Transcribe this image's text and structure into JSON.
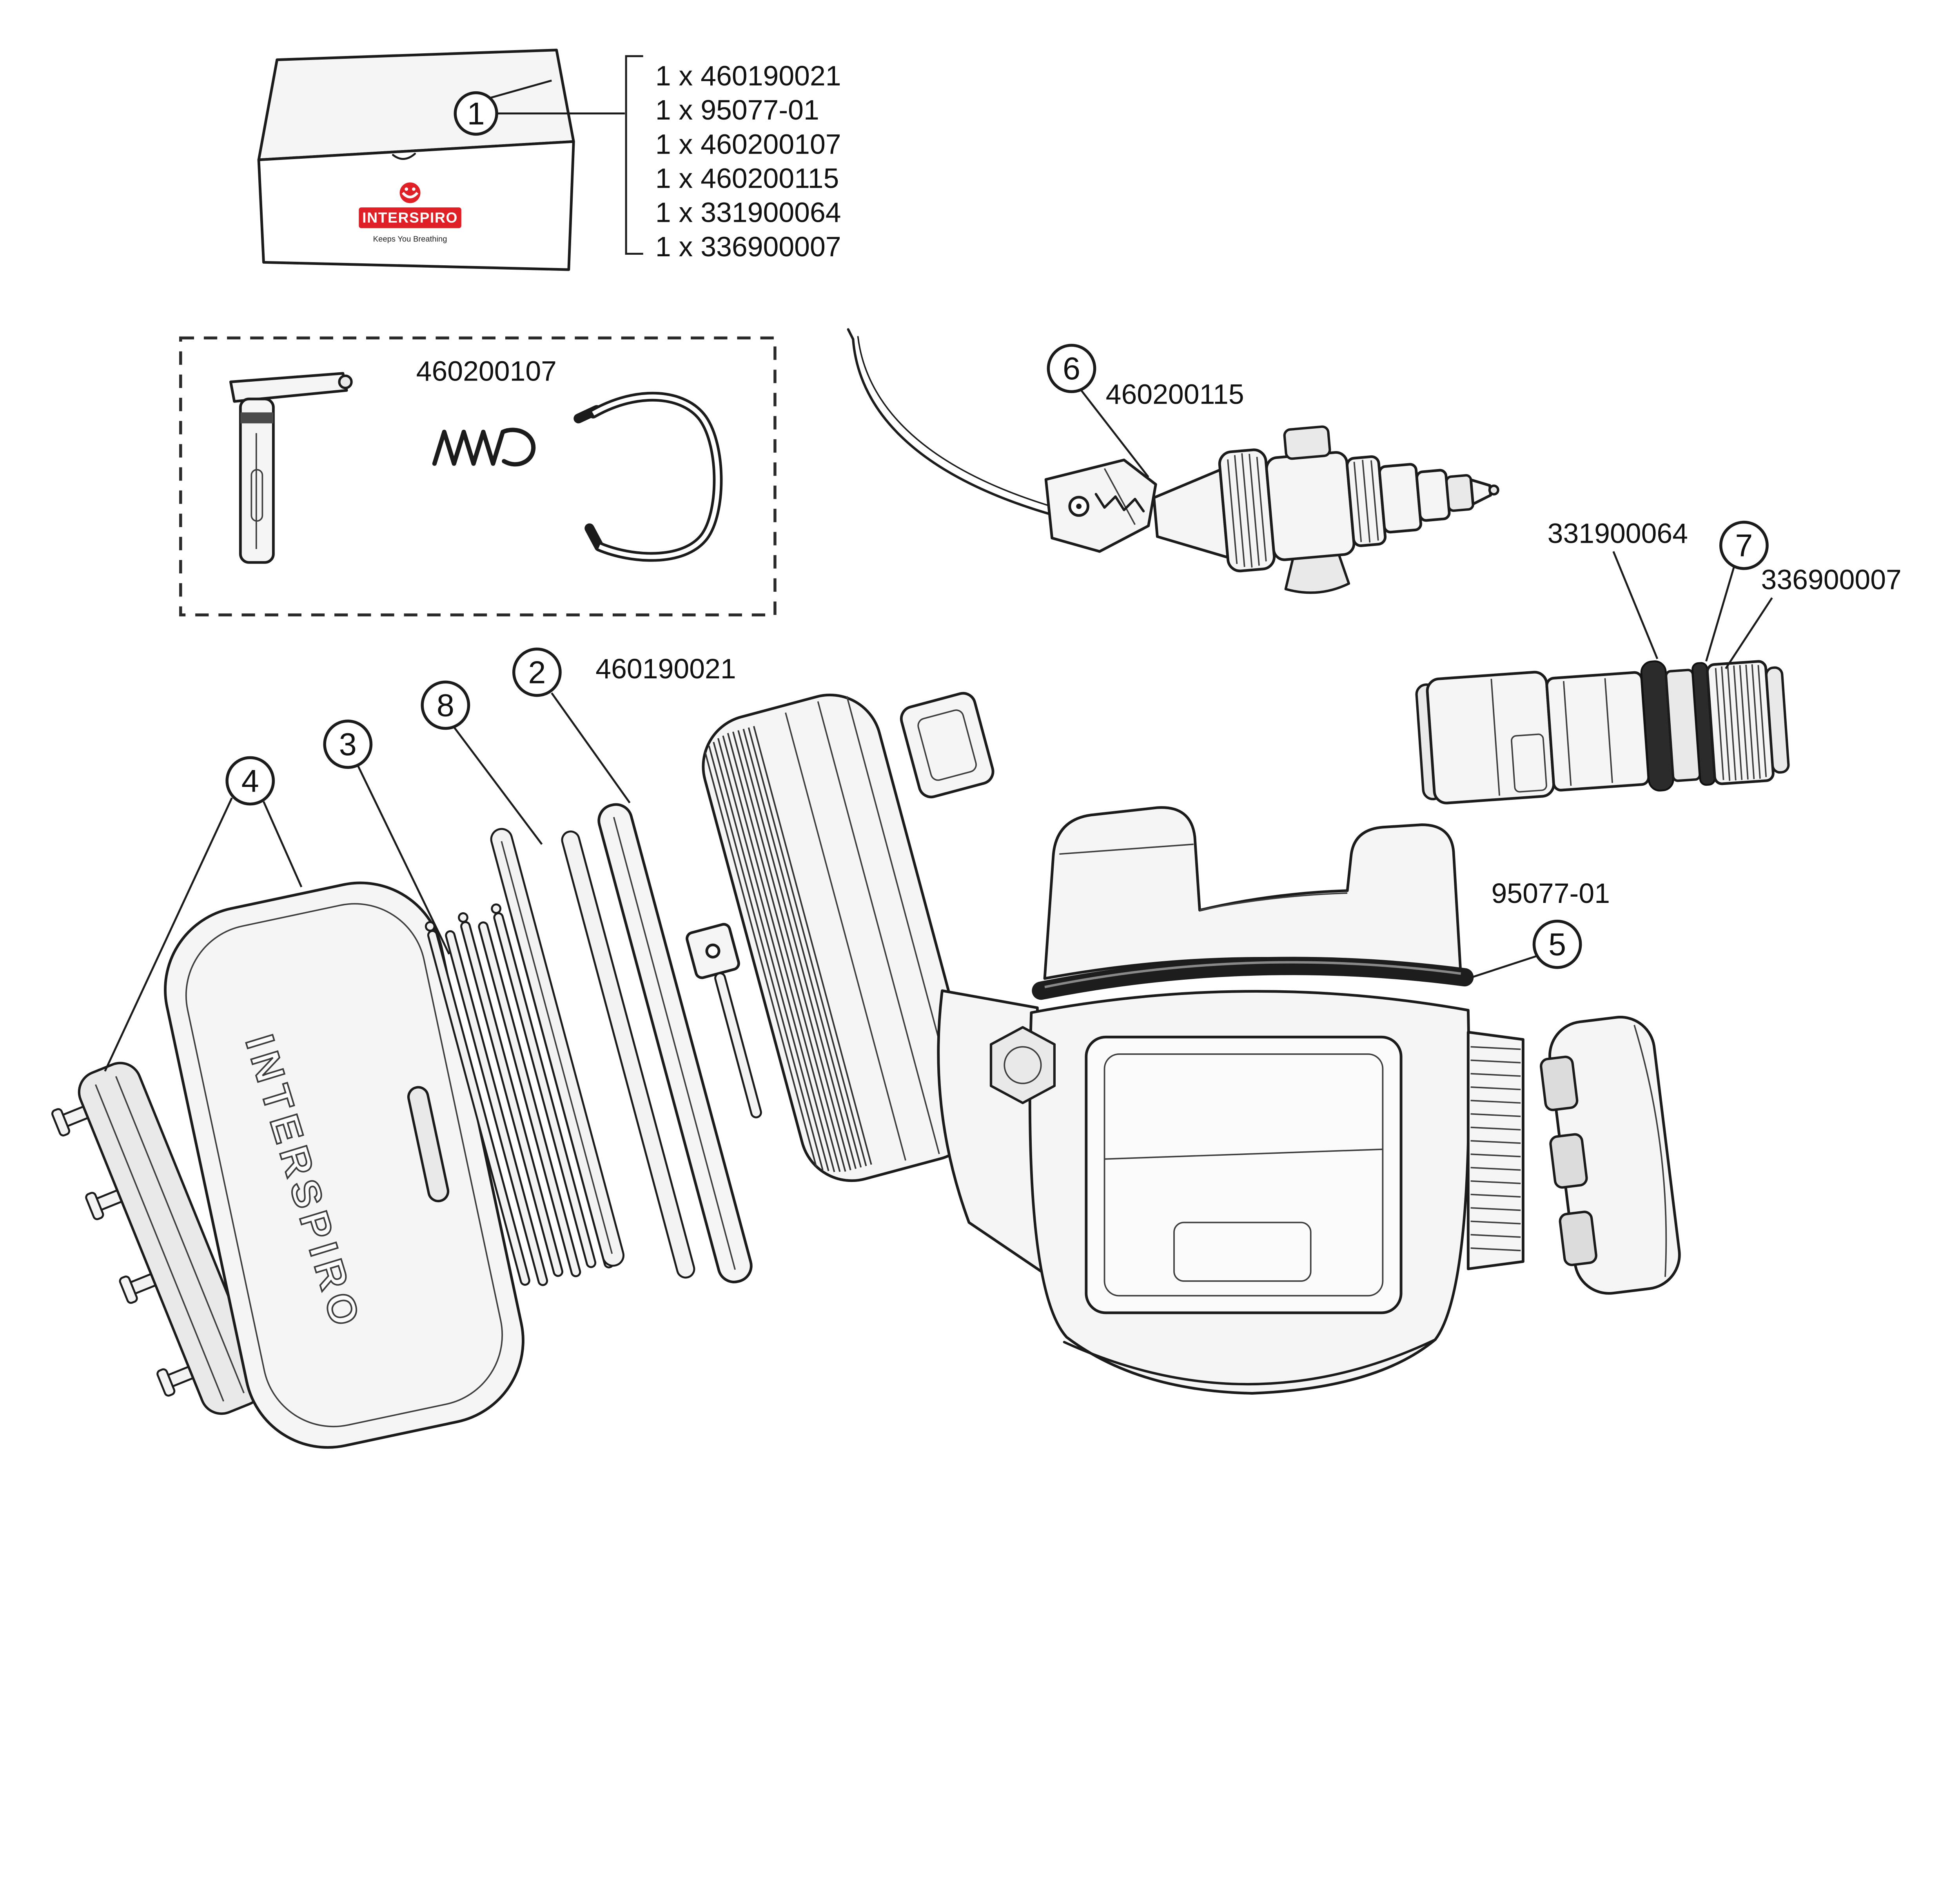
{
  "diagram": {
    "brand": {
      "name": "INTERSPIRO",
      "tagline": "Keeps You Breathing"
    },
    "cover_text": "INTERSPIRO",
    "box_contents": {
      "items": [
        "1 x 460190021",
        "1 x 95077-01",
        "1 x 460200107",
        "1 x 460200115",
        "1 x 331900064",
        "1 x 336900007"
      ]
    },
    "callouts": {
      "c1": "1",
      "c2": "2",
      "c3": "3",
      "c4": "4",
      "c5": "5",
      "c6": "6",
      "c7": "7",
      "c8": "8"
    },
    "labels": {
      "small_parts_kit": "460200107",
      "valve_assembly": "460200115",
      "oring_adapter": "331900064",
      "adapter": "336900007",
      "diaphragm": "460190021",
      "oring_housing": "95077-01"
    },
    "colors": {
      "line": "#1b1b1b",
      "accent_red": "#e02027"
    }
  }
}
